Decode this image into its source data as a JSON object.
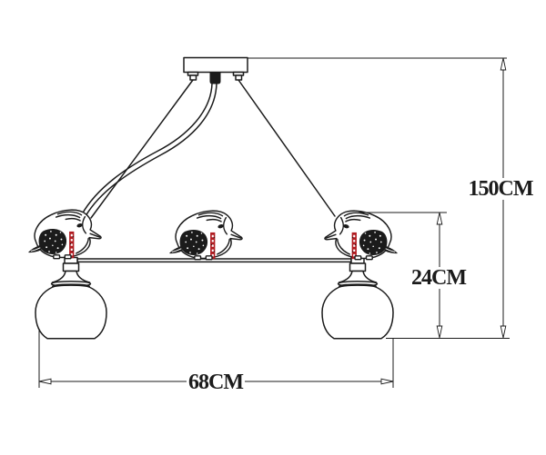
{
  "figure": {
    "kind": "product-dimension-drawing",
    "subject": "bird pendant ceiling lamp: ceiling canopy, two suspension cables and a power cord, horizontal bar with three perched birds, two glass globe shades",
    "labels": {
      "overall_height": "150CM",
      "shade_drop": "24CM",
      "overall_width": "68CM"
    },
    "icons": [
      "ceiling-canopy",
      "suspension-cable",
      "power-cord",
      "bird-figure",
      "lamp-socket",
      "globe-shade",
      "dimension-arrow",
      "extension-line"
    ],
    "colors": {
      "ink": "#1b1b1b",
      "accent": "#b01b20",
      "background": "#ffffff"
    }
  }
}
